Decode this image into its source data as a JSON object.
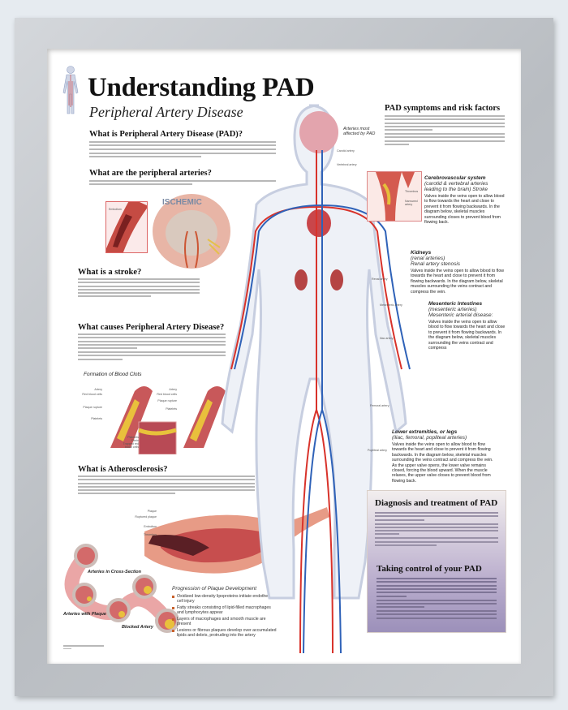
{
  "poster": {
    "title": "Understanding PAD",
    "subtitle": "Peripheral Artery Disease",
    "sections_left": [
      {
        "heading": "What is Peripheral Artery Disease (PAD)?"
      },
      {
        "heading": "What are the peripheral arteries?"
      },
      {
        "heading": "What is a stroke?"
      },
      {
        "heading": "What causes Peripheral Artery Disease?"
      },
      {
        "heading": "What is Atherosclerosis?"
      }
    ],
    "brain_label": "ISCHEMIC",
    "embolism_label": "Embolism",
    "clots": {
      "title": "Formation of Blood Clots",
      "labels_left": [
        "Artery",
        "Red blood cells",
        "Plaque rupture",
        "Platelets"
      ],
      "labels_right": [
        "Artery",
        "Red blood cells",
        "Plaque rupture",
        "Platelets"
      ],
      "labels_inset": [
        "Platelets",
        "Fibrin",
        "Trapped red blood cells"
      ]
    },
    "plaque_labels": [
      "Plaque",
      "Ruptured plaque",
      "Embolism",
      "Thrombus"
    ],
    "cross_section": {
      "label1": "Arteries in Cross-Section",
      "label2": "Arteries with Plaque",
      "label3": "Blocked Artery"
    },
    "progression": {
      "title": "Progression of Plaque Development",
      "items": [
        "Oxidized low-density lipoproteins initiate endothelial cell injury",
        "Fatty streaks consisting of lipid-filled macrophages and lymphocytes appear",
        "Layers of macrophages and smooth muscle are present",
        "Lesions or fibrous plaques develop over accumulated lipids and debris, protruding into the artery"
      ]
    },
    "figure": {
      "callout": "Arteries most affected by PAD",
      "artery_labels": [
        "Carotid artery",
        "Vertebral artery",
        "Renal artery",
        "Mesenteric artery",
        "Iliac artery",
        "Femoral artery",
        "Popliteal artery"
      ]
    },
    "symptoms": {
      "heading": "PAD symptoms and risk factors"
    },
    "cerebro": {
      "title": "Cerebrovascular system",
      "sub": "(carotid & vertebral arteries leading to the brain) Stroke",
      "text": "Valves inside the veins open to allow blood to flow towards the heart and close to prevent it from flowing backwards. In the diagram below, skeletal muscles surrounding closes to prevent blood from flowing back.",
      "inset_labels": [
        "Thrombus",
        "Narrowed artery"
      ]
    },
    "kidneys": {
      "title": "Kidneys",
      "sub1": "(renal arteries)",
      "sub2": "Renal artery stenosis",
      "text": "Valves inside the veins open to allow blood to flow towards the heart and close to prevent it from flowing backwards. In the diagram below, skeletal muscles surrounding the veins contract and compress the vein."
    },
    "mesenteric": {
      "title": "Mesenteric Intestines",
      "sub1": "(mesenteric arteries)",
      "sub2": "Mesenteric arterial disease:",
      "text": "Valves inside the veins open to allow blood to flow towards the heart and close to prevent it from flowing backwards. In the diagram below, skeletal muscles surrounding the veins contract and compress"
    },
    "lower": {
      "title": "Lower extremities, or legs",
      "sub": "(iliac, femoral, popliteal arteries)",
      "text": "Valves inside the veins open to allow blood to flow towards the heart and close to prevent it from flowing backwards. In the diagram below, skeletal muscles surrounding the veins contract and compress the vein. As the upper valve opens, the lower valve remains closed, forcing the blood upward. When the muscle relaxes, the upper valve closes to prevent blood from flowing back."
    },
    "diagnosis": {
      "heading": "Diagnosis and treatment of PAD"
    },
    "control": {
      "heading": "Taking control of your PAD"
    }
  },
  "colors": {
    "frame": "#c4c7cb",
    "artery": "#d8322a",
    "vein": "#2f62b8",
    "box": "#b3a7c8"
  }
}
